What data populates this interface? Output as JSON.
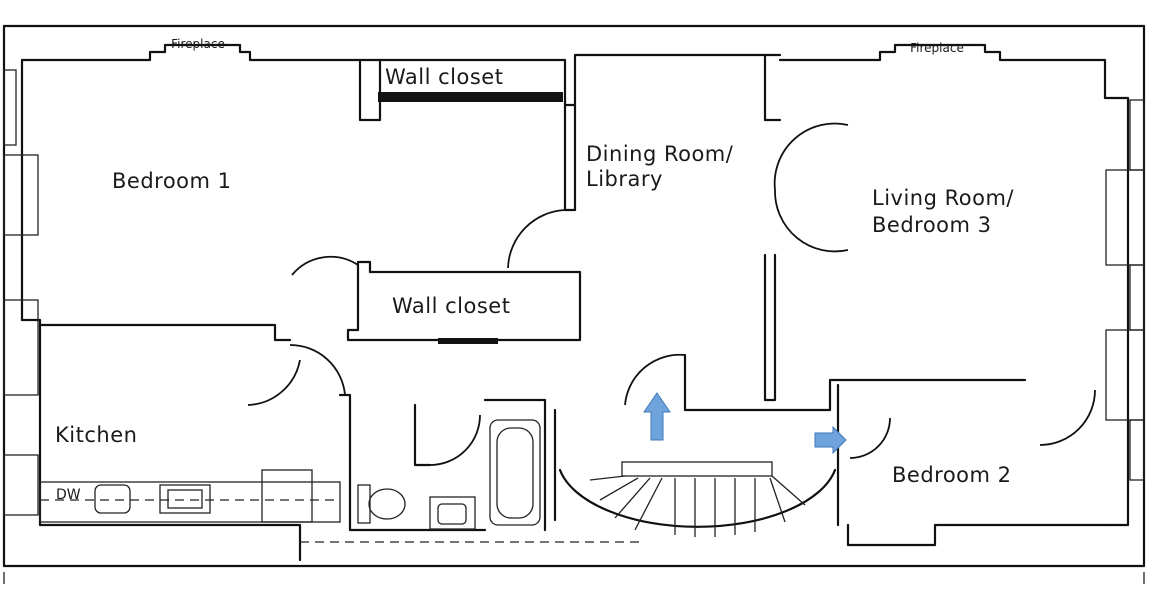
{
  "plan": {
    "fireplace_left": "Fireplace",
    "fireplace_right": "Fireplace",
    "wall_closet_top": "Wall closet",
    "wall_closet_middle": "Wall closet",
    "bedroom_1": "Bedroom 1",
    "dining_line1": "Dining Room/",
    "dining_line2": "Library",
    "living_line1": "Living Room/",
    "living_line2": "Bedroom 3",
    "kitchen": "Kitchen",
    "dishwasher": "DW",
    "bedroom_2": "Bedroom 2"
  },
  "arrows": [
    {
      "direction": "up",
      "color": "#6fa3dc"
    },
    {
      "direction": "right",
      "color": "#6fa3dc"
    }
  ]
}
